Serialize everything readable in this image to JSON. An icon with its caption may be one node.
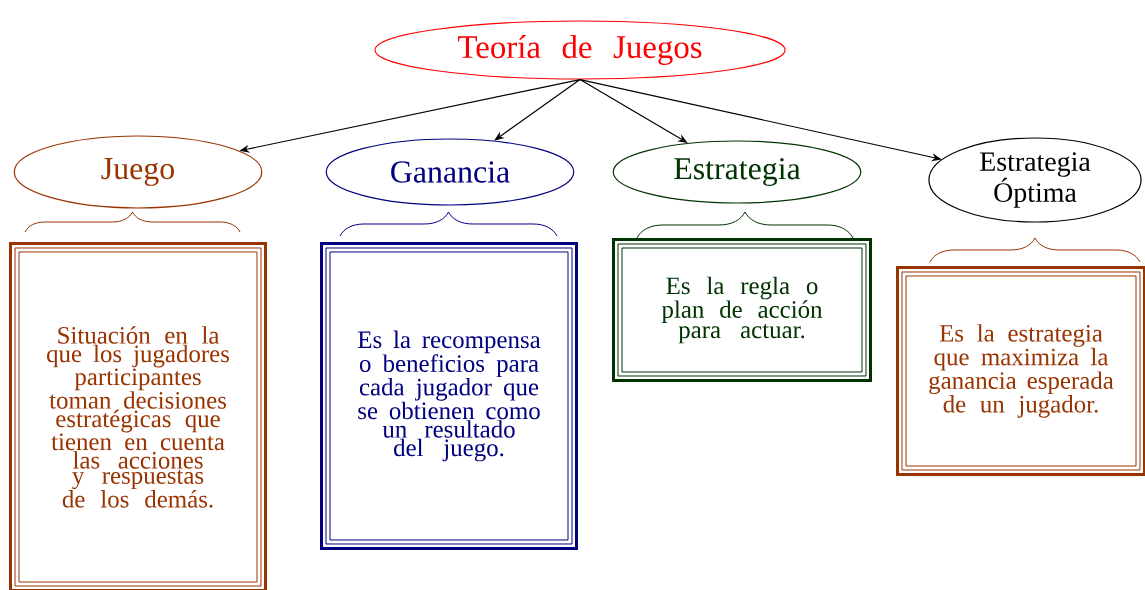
{
  "diagram": {
    "nodes": [
      {
        "text": [
          "Teoría de Juegos"
        ]
      },
      {
        "text": [
          "Juego"
        ]
      },
      {
        "text": [
          "Ganancia"
        ]
      },
      {
        "text": [
          "Estrategia"
        ]
      },
      {
        "text": [
          "Estrategia Óptima"
        ]
      },
      {
        "text": [
          "Situación en la que los jugadores participantes toman decisiones estratégicas que tienen en cuenta las acciones y respuestas de los demás."
        ]
      },
      {
        "text": [
          "Es la recompensa o beneficios para cada jugador que se obtienen como un resultado del juego."
        ]
      },
      {
        "text": [
          "Es la regla o plan de acción para actuar."
        ]
      },
      {
        "text": [
          "Es la estrategia que maximiza la ganancia esperada de un jugador."
        ]
      }
    ],
    "edges": [
      {
        "from": 0,
        "to": 1,
        "arrow": "to"
      },
      {
        "from": 0,
        "to": 2,
        "arrow": "to"
      },
      {
        "from": 0,
        "to": 3,
        "arrow": "to"
      },
      {
        "from": 0,
        "to": 4,
        "arrow": "to"
      }
    ]
  }
}
